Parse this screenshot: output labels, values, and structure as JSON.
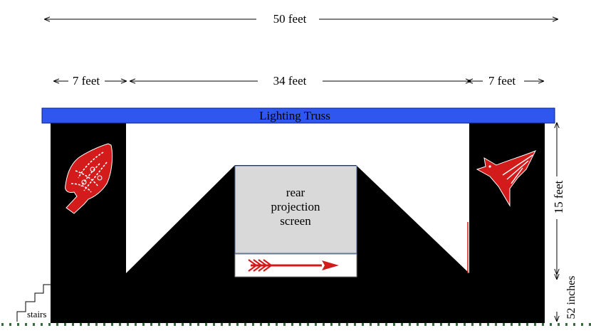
{
  "dimensions": {
    "total_width": "50 feet",
    "left_wing": "7 feet",
    "center_span": "34 feet",
    "right_wing": "7 feet",
    "height": "15 feet",
    "stage_height": "52 inches"
  },
  "labels": {
    "truss": "Lighting Truss",
    "screen_line1": "rear",
    "screen_line2": "projection",
    "screen_line3": "screen",
    "stairs": "stairs"
  },
  "colors": {
    "truss": "#2f57f0",
    "emblem_red": "#d31b1b",
    "screen": "#d9d9d9",
    "floor_dots": "#3a6a40"
  },
  "icons": {
    "left_emblem": "arrowhead-emblem-icon",
    "right_emblem": "bird-emblem-icon",
    "arrow_banner": "arrow-emblem-icon"
  }
}
